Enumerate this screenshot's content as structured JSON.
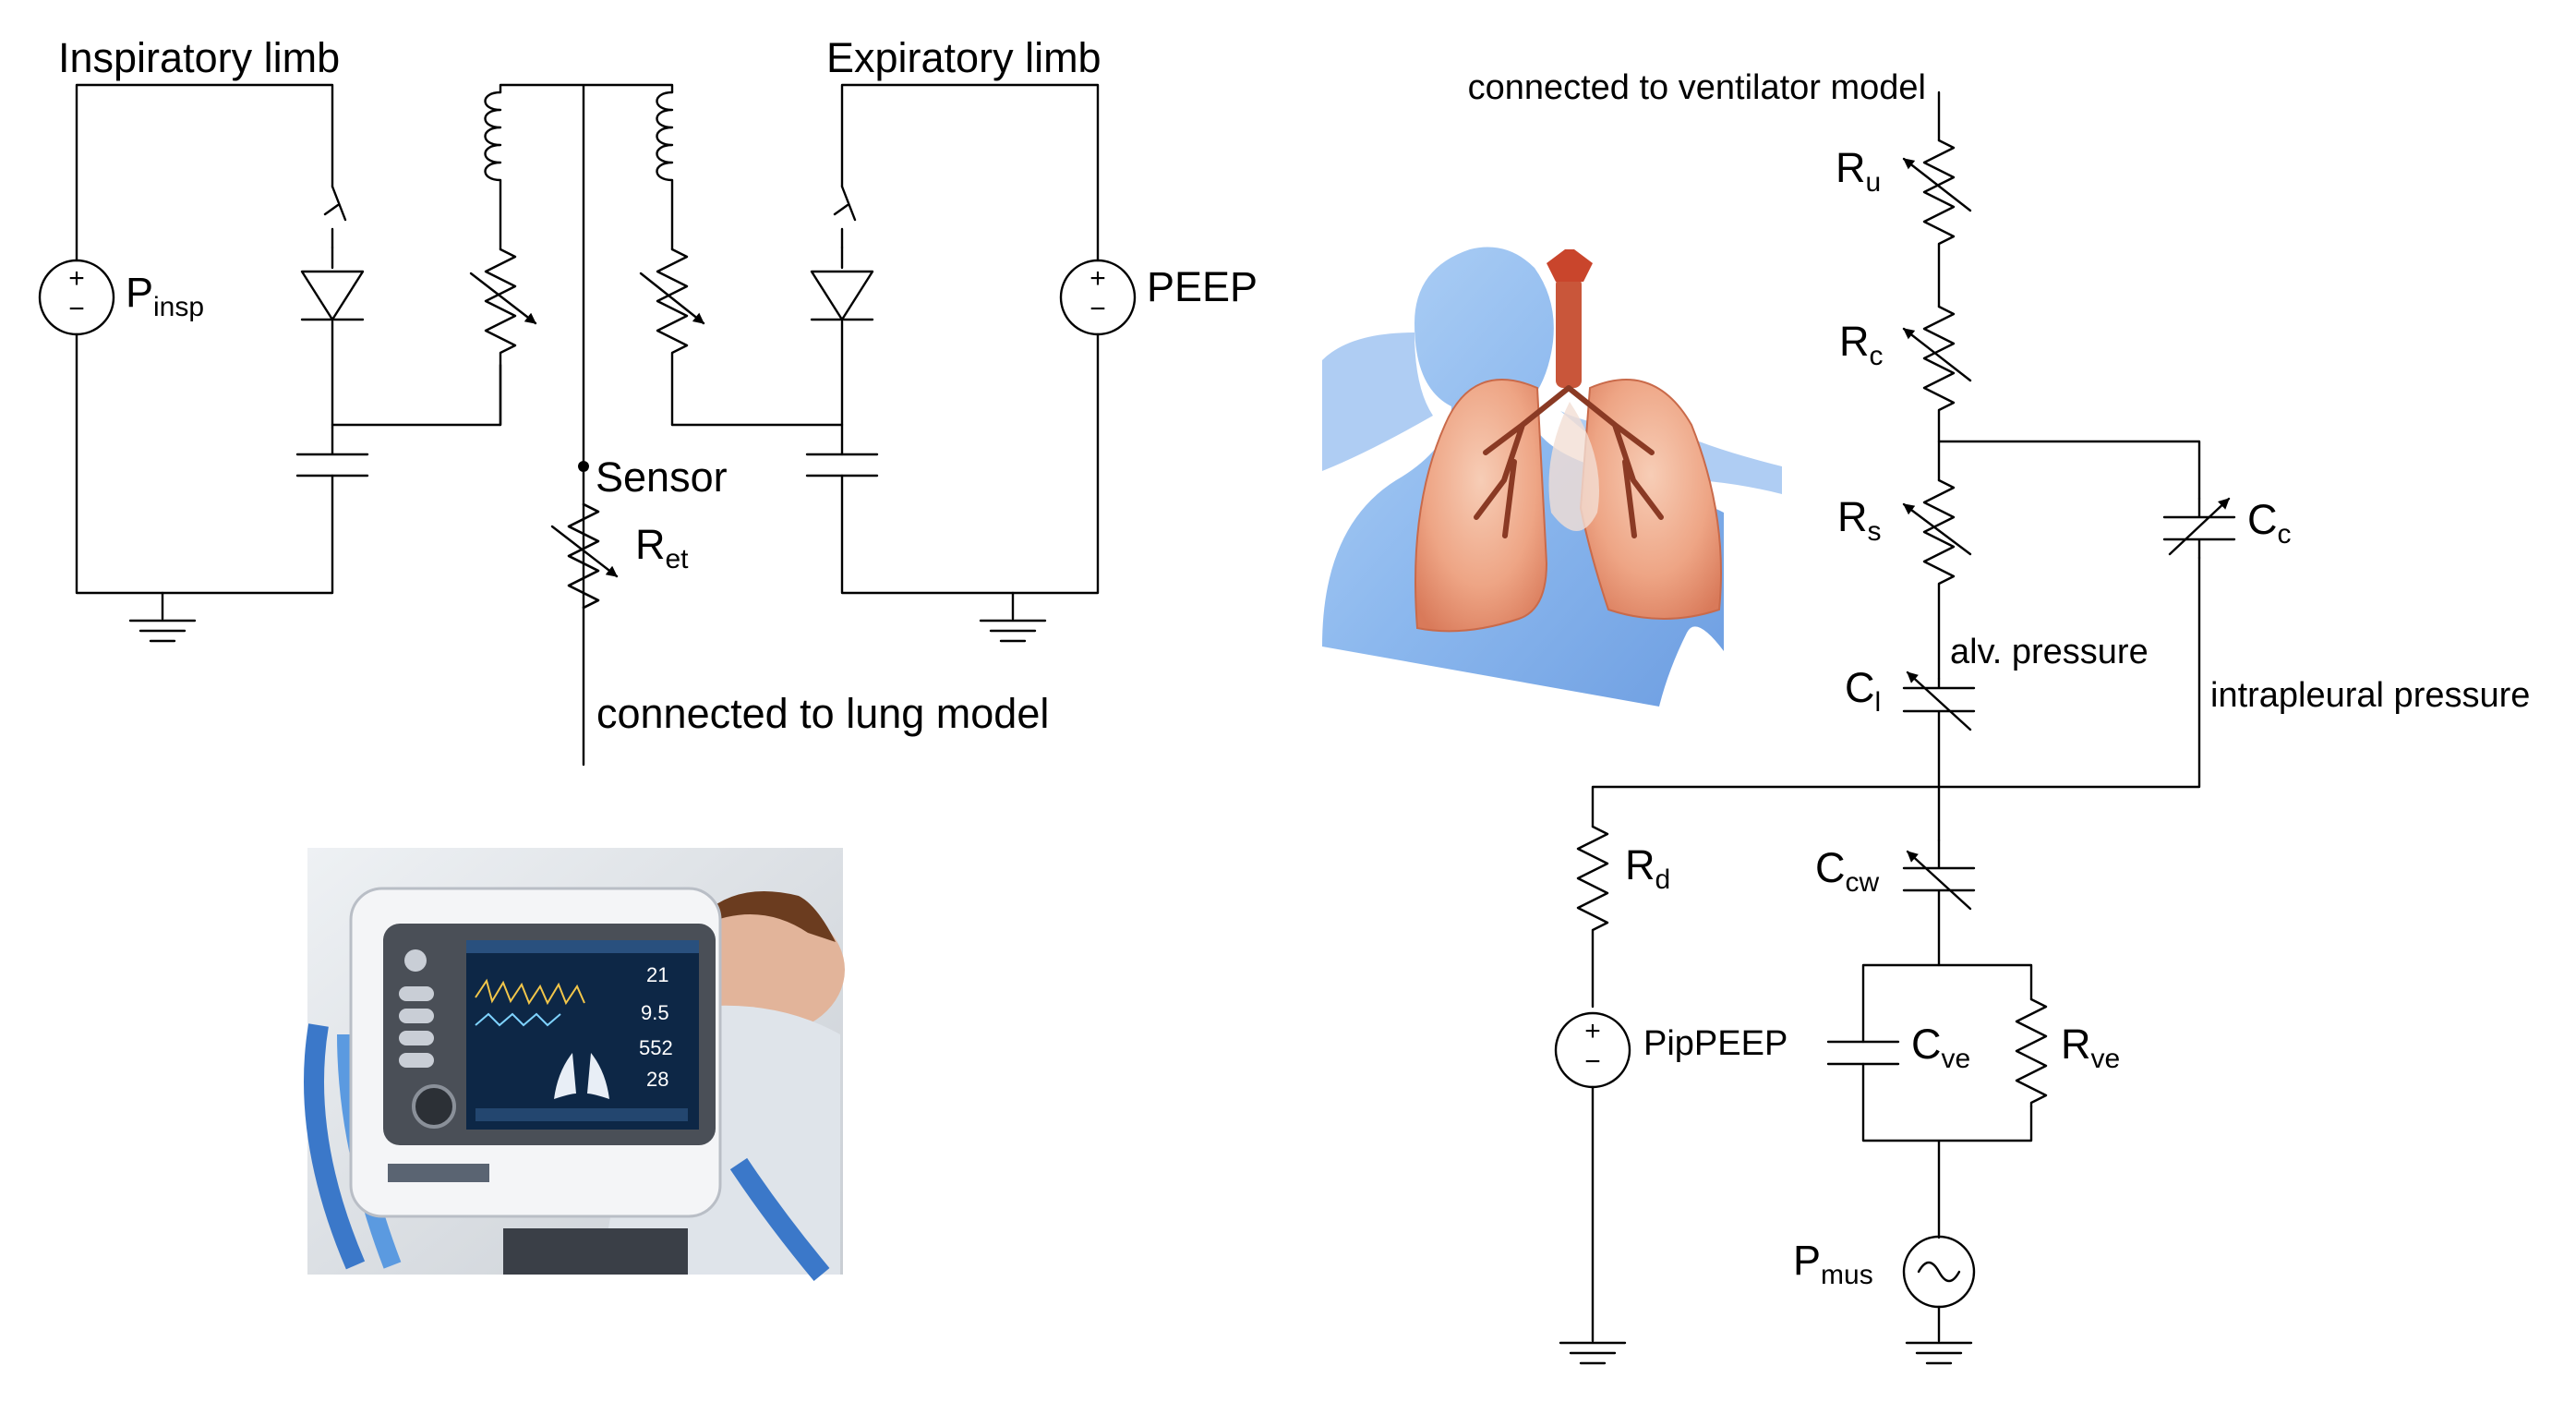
{
  "ventilator_circuit": {
    "inspiratory_limb": "Inspiratory limb",
    "expiratory_limb": "Expiratory limb",
    "p_insp": {
      "main": "P",
      "sub": "insp"
    },
    "peep": "PEEP",
    "sensor": "Sensor",
    "r_et": {
      "main": "R",
      "sub": "et"
    },
    "connected_to_lung": "connected to lung model",
    "plus": "+",
    "minus": "−"
  },
  "lung_circuit": {
    "connected_to_ventilator": "connected to ventilator model",
    "r_u": {
      "main": "R",
      "sub": "u"
    },
    "r_c": {
      "main": "R",
      "sub": "c"
    },
    "r_s": {
      "main": "R",
      "sub": "s"
    },
    "c_c": {
      "main": "C",
      "sub": "c"
    },
    "alv_pressure": "alv. pressure",
    "c_l": {
      "main": "C",
      "sub": "l"
    },
    "intrapleural_pressure": "intrapleural pressure",
    "r_d": {
      "main": "R",
      "sub": "d"
    },
    "c_cw": {
      "main": "C",
      "sub": "cw"
    },
    "pip_peep": "PipPEEP",
    "c_ve": {
      "main": "C",
      "sub": "ve"
    },
    "r_ve": {
      "main": "R",
      "sub": "ve"
    },
    "p_mus": {
      "main": "P",
      "sub": "mus"
    }
  },
  "ventilator_screen": {
    "readout_1": "21",
    "readout_2": "9.5",
    "readout_3": "552",
    "readout_4": "28"
  }
}
